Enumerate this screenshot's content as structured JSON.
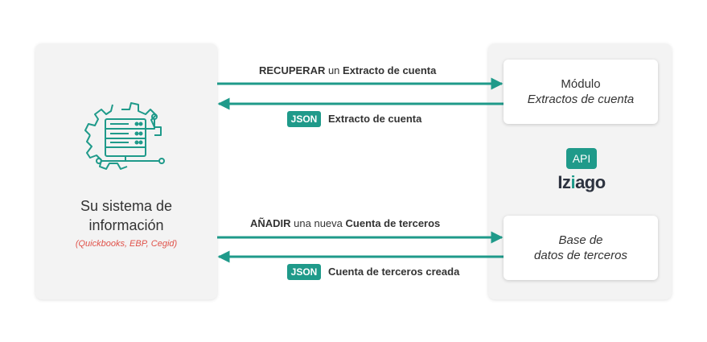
{
  "left_system": {
    "title_line1": "Su sistema de",
    "title_line2": "información",
    "subtitle": "(Quickbooks, EBP, Cegid)"
  },
  "flows": {
    "retrieve": {
      "verb": "RECUPERAR",
      "rest": " un ",
      "object": "Extracto de cuenta"
    },
    "retrieve_response": {
      "badge": "JSON",
      "text": "Extracto de cuenta"
    },
    "add": {
      "verb": "AÑADIR",
      "rest": " una nueva ",
      "object": "Cuenta de terceros"
    },
    "add_response": {
      "badge": "JSON",
      "text": "Cuenta de terceros creada"
    }
  },
  "right_system": {
    "module_card": {
      "line1": "Módulo",
      "line2": "Extractos de cuenta"
    },
    "api_badge": "API",
    "logo": {
      "prefix": "Iz",
      "accent": "i",
      "suffix": "ago"
    },
    "base_card": {
      "line1": "Base de",
      "line2": "datos de terceros"
    }
  },
  "colors": {
    "teal": "#1f9a8a",
    "accent_red": "#e0524a",
    "panel_bg": "#f3f3f3"
  },
  "icons": {
    "system": "server-gear-icon"
  }
}
